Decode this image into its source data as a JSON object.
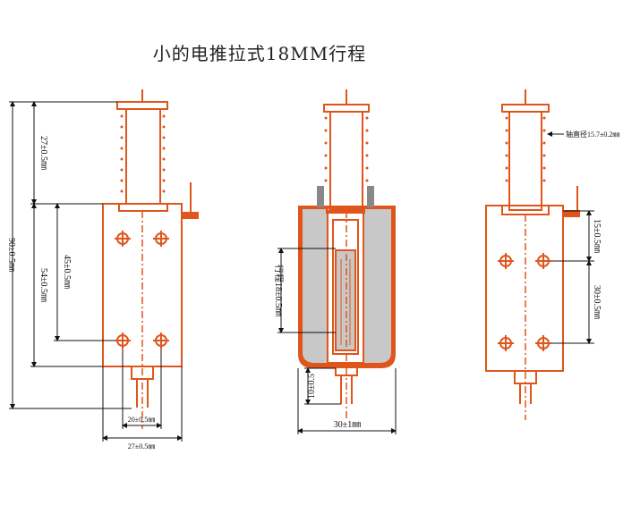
{
  "title": "小的电推拉式18MM行程",
  "colors": {
    "body": "#e0551b",
    "core": "#c8c8c8",
    "line": "#111111"
  },
  "left_view": {
    "dim_27_top": "27±0.5㎜",
    "dim_90": "90±0.5㎜",
    "dim_54": "54±0.5㎜",
    "dim_45": "45±0.5㎜",
    "dim_20": "20±0.5㎜",
    "dim_27_bottom": "27±0.5㎜"
  },
  "middle_view": {
    "dim_stroke": "行程18±0.5㎜",
    "dim_10": "10±0.5",
    "dim_30": "30±1㎜"
  },
  "right_view": {
    "shaft_note": "轴直径15.7±0.2㎜",
    "dim_15": "15±0.5㎜",
    "dim_30": "30±0.5㎜"
  }
}
